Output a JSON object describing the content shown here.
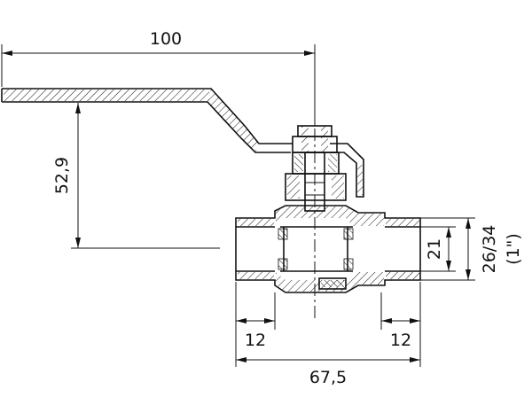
{
  "dimensions": {
    "handle_length": "100",
    "handle_height": "52,9",
    "port_left_depth": "12",
    "port_right_depth": "12",
    "body_length": "67,5",
    "bore_diameter": "21",
    "outer_diameter": "26/34",
    "thread_size": "(1\")"
  }
}
